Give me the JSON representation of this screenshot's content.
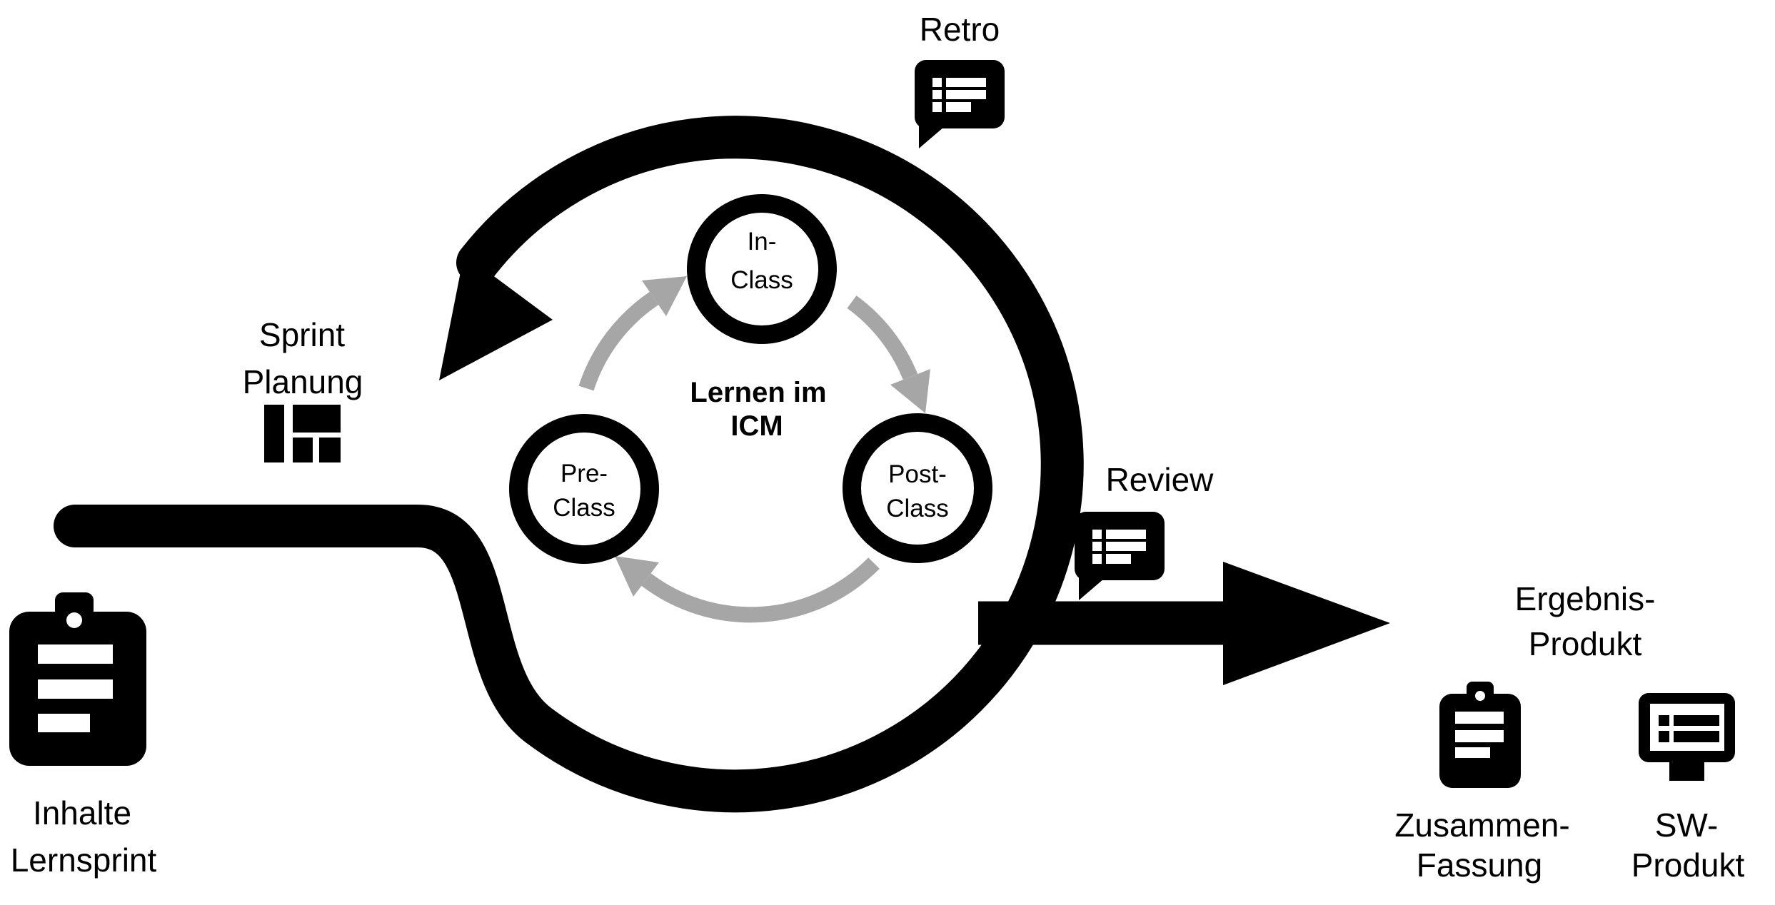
{
  "colors": {
    "ink": "#000000",
    "arrow_gray": "#a6a6a6",
    "background": "#ffffff"
  },
  "outer_cycle": {
    "retro_label": "Retro",
    "review_label": "Review",
    "sprint_planning_line1": "Sprint",
    "sprint_planning_line2": "Planung",
    "input_line1": "Inhalte",
    "input_line2": "Lernsprint",
    "result_line1": "Ergebnis-",
    "result_line2": "Produkt",
    "summary_line1": "Zusammen-",
    "summary_line2": "Fassung",
    "software_line1": "SW-",
    "software_line2": "Produkt"
  },
  "inner_cycle": {
    "center_line1": "Lernen im",
    "center_line2": "ICM",
    "pre_line1": "Pre-",
    "pre_line2": "Class",
    "in_line1": "In-",
    "in_line2": "Class",
    "post_line1": "Post-",
    "post_line2": "Class"
  }
}
